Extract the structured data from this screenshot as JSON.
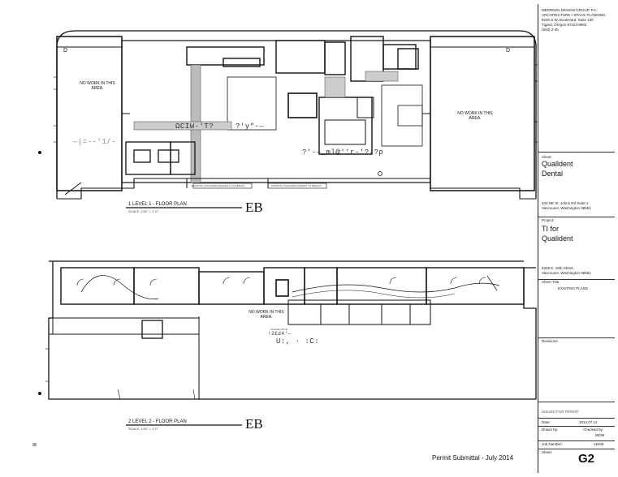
{
  "plan1": {
    "label": "1   LEVEL 1 - FLOOR PLAN",
    "scale": "SCALE: 1/32\" = 1'-0\"",
    "mark": "EB",
    "corner_left": "D",
    "corner_right": "D",
    "note_left": "NO WORK IN THIS AREA.",
    "note_right": "NO WORK IN THIS AREA.",
    "garble_1": "ΩCIW-'T?",
    "garble_2": "?'y\"-—",
    "garble_3": "?'-—_ml@''r-'?-?ρ",
    "garble_4": "—|=--'1/-",
    "callout_left": "EXISTING CONCRETE SIDEWALK TO REMAIN",
    "callout_right": "EXISTING CONCRETE PAVERS TO REMAIN"
  },
  "plan2": {
    "label": "2   LEVEL 2 - FLOOR PLAN",
    "scale": "SCALE: 1/32\" = 1'-0\"",
    "mark": "EB",
    "note_center": "NO WORK IN THIS AREA.",
    "note_small": "PLEASE NOTE:",
    "garble_1": "!2£d4'—",
    "garble_2": "U:, · :C:"
  },
  "title_block": {
    "firm_name": "MEDRKEN DESIGN GROUP, P.C.",
    "firm_line2": "ARCHITECTURE  •  SPACE PLANNING",
    "firm_address": "9220 S.W. Boulevard, Suite 100",
    "firm_city": "Tigard, Oregon 97223-8902",
    "firm_phone": "(503) 2-45",
    "client_label": "Client:",
    "client_name_1": "Qualldent",
    "client_name_2": "Dental",
    "client_address": "403 NE St. Johns Rd-Suite 1",
    "client_city": "Vancouver, Washington 98661",
    "project_label": "Project:",
    "project_name_1": "TI for",
    "project_name_2": "Qualident",
    "project_address": "5305 E. 18th Street",
    "project_city": "Vancouver, Washington 98661",
    "sheet_title_label": "Sheet Title:",
    "sheet_title": "EXISTING PLANS",
    "revisions_label": "Revisions:",
    "stamp_text": "ISSUED FOR PERMIT",
    "date_label": "Date:",
    "date_value": "2014.07.14",
    "drawn_label": "Drawn by:",
    "checked_label": "Checked by:",
    "drawn_value": "WDM",
    "job_label": "Job Number:",
    "job_value": "19406",
    "sheet_label": "Sheet:",
    "sheet_number": "G2"
  },
  "footer": {
    "permit": "Permit Submittal  -  July 2014",
    "corner_mark": "⊠"
  }
}
